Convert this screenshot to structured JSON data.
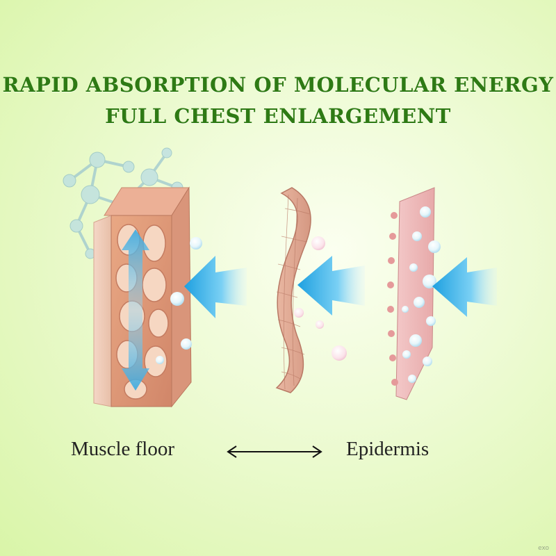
{
  "headline": {
    "line1": "RAPID ABSORPTION OF MOLECULAR ENERGY",
    "line2": "FULL CHEST ENLARGEMENT"
  },
  "captions": {
    "left": "Muscle floor",
    "right": "Epidermis"
  },
  "watermark": "exo",
  "icons": [
    "molecule-icon",
    "tissue-block-icon",
    "skin-strip-icon",
    "epidermis-layer-icon",
    "blue-arrow-icon",
    "double-arrow-icon"
  ],
  "colors": {
    "headline": "#2e7a14",
    "arrow": "#3fb6ea",
    "tissue": "#e8b39a",
    "background": "#e6f8c4"
  }
}
